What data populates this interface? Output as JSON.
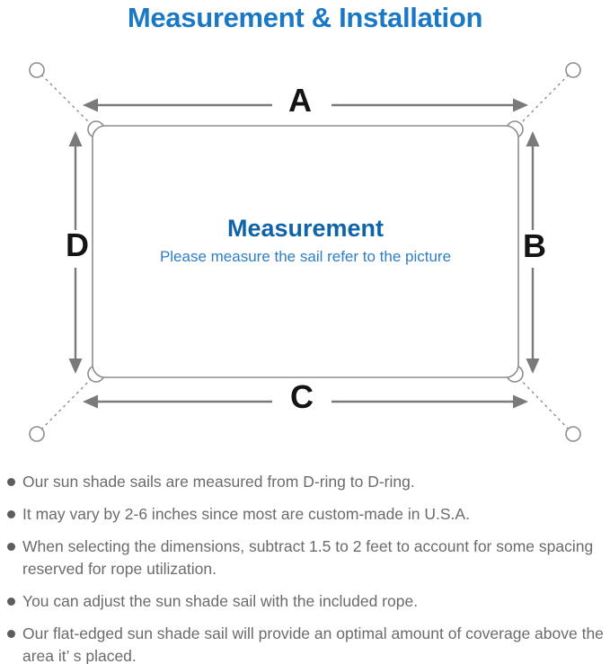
{
  "title": "Measurement & Installation",
  "diagram": {
    "label_a": "A",
    "label_b": "B",
    "label_c": "C",
    "label_d": "D",
    "center_title": "Measurement",
    "center_subtitle": "Please measure the sail refer to the picture"
  },
  "notes": [
    "Our sun shade sails are measured from D-ring to D-ring.",
    "It may vary by 2-6 inches since most are custom-made in U.S.A.",
    "When selecting the dimensions, subtract 1.5 to 2 feet to account for some spacing reserved for rope utilization.",
    "You can adjust the sun shade sail with the included rope.",
    "Our flat-edged sun shade sail will provide an optimal amount of coverage above the area it’ s placed."
  ],
  "colors": {
    "title_blue": "#1a78c4",
    "center_blue": "#0f63a9",
    "subtitle_blue": "#2e7ec3",
    "label_black": "#141414",
    "arrow_gray": "#7a7a7a",
    "line_gray": "#8d8d8d",
    "note_text": "#6b6b6b",
    "bullet_gray": "#5d5d5d"
  }
}
